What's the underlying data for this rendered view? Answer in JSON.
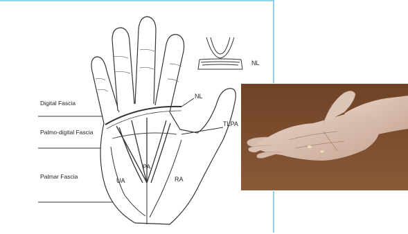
{
  "diagram": {
    "side_labels": {
      "digital_fascia": "Digital Fascia",
      "palmo_digital_fascia": "Palmo-digital Fascia",
      "palmar_fascia": "Palmar Fascia"
    },
    "inner_labels": {
      "nl_inset": "NL",
      "nl": "NL",
      "tlpa": "TLPA",
      "pa": "PA",
      "ua": "UA",
      "ra": "RA"
    }
  },
  "photo": {
    "subject": "hand-photo"
  },
  "colors": {
    "frame_accent": "#8fd3e8",
    "line": "#333333",
    "photo_background": "#7a4a2c",
    "skin": "#d8bfb0"
  }
}
